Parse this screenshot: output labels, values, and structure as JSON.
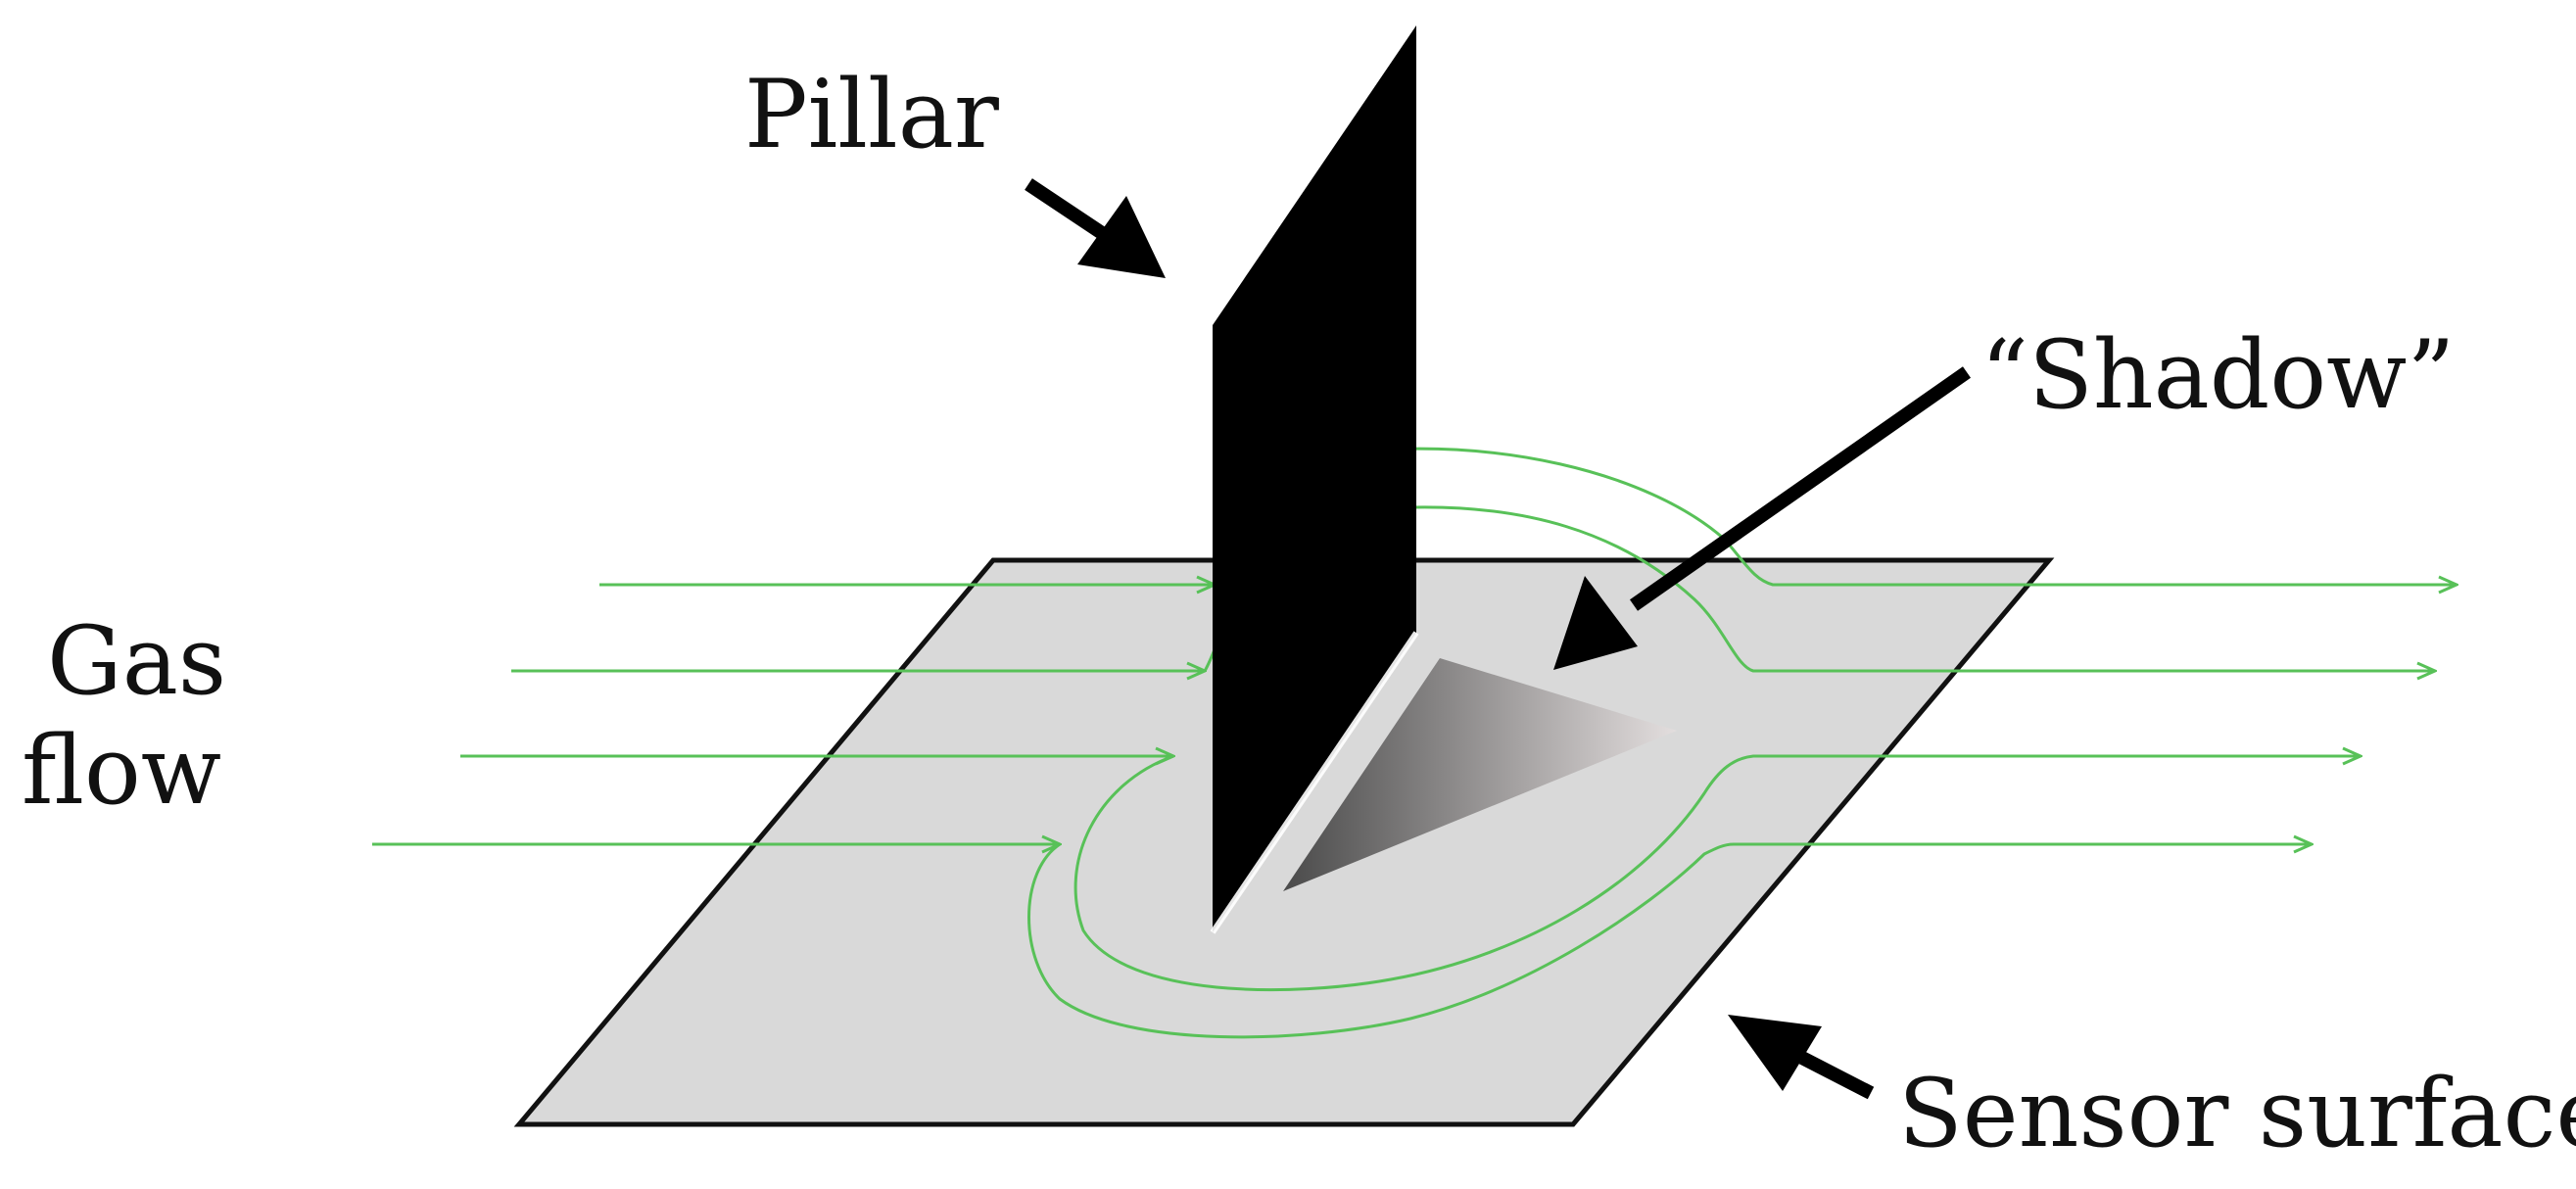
{
  "labels": {
    "pillar": "Pillar",
    "shadow": "“Shadow”",
    "gas_flow_line1": "Gas",
    "gas_flow_line2": "flow",
    "sensor_surface": "Sensor surface"
  },
  "colors": {
    "background": "#ffffff",
    "surface_fill": "#d9d9d9",
    "surface_stroke": "#111111",
    "pillar_fill": "#000000",
    "flow_line": "#58c158",
    "shadow_dark": "#4a4a4a",
    "shadow_light": "#e3dede",
    "arrow": "#000000"
  }
}
